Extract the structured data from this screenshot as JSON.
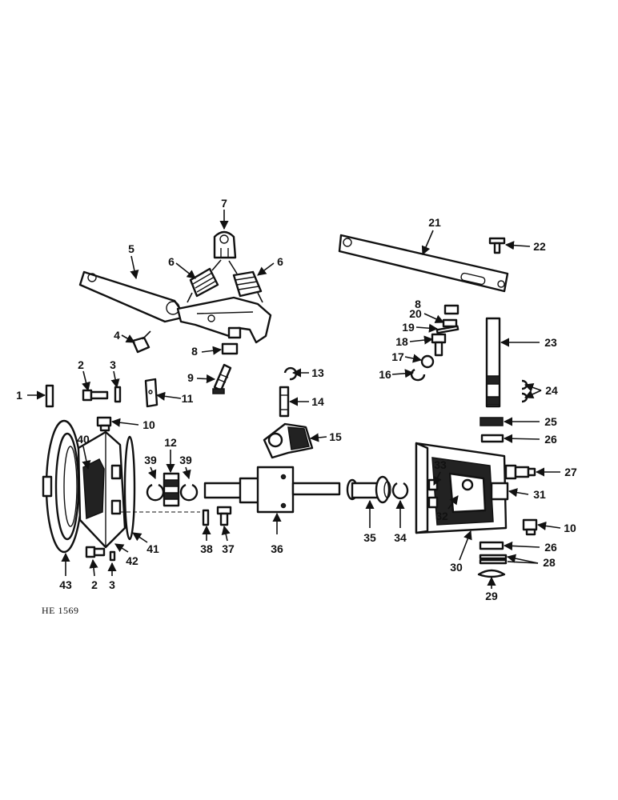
{
  "figure_code": "HE 1569",
  "callouts": [
    {
      "n": "1"
    },
    {
      "n": "2"
    },
    {
      "n": "2"
    },
    {
      "n": "3"
    },
    {
      "n": "3"
    },
    {
      "n": "4"
    },
    {
      "n": "5"
    },
    {
      "n": "6"
    },
    {
      "n": "6"
    },
    {
      "n": "7"
    },
    {
      "n": "8"
    },
    {
      "n": "8"
    },
    {
      "n": "9"
    },
    {
      "n": "10"
    },
    {
      "n": "10"
    },
    {
      "n": "11"
    },
    {
      "n": "12"
    },
    {
      "n": "13"
    },
    {
      "n": "14"
    },
    {
      "n": "15"
    },
    {
      "n": "16"
    },
    {
      "n": "17"
    },
    {
      "n": "18"
    },
    {
      "n": "19"
    },
    {
      "n": "20"
    },
    {
      "n": "21"
    },
    {
      "n": "22"
    },
    {
      "n": "23"
    },
    {
      "n": "24"
    },
    {
      "n": "25"
    },
    {
      "n": "26"
    },
    {
      "n": "26"
    },
    {
      "n": "27"
    },
    {
      "n": "28"
    },
    {
      "n": "29"
    },
    {
      "n": "30"
    },
    {
      "n": "31"
    },
    {
      "n": "32"
    },
    {
      "n": "33"
    },
    {
      "n": "34"
    },
    {
      "n": "35"
    },
    {
      "n": "36"
    },
    {
      "n": "37"
    },
    {
      "n": "38"
    },
    {
      "n": "39"
    },
    {
      "n": "39"
    },
    {
      "n": "40"
    },
    {
      "n": "41"
    },
    {
      "n": "42"
    },
    {
      "n": "43"
    }
  ]
}
